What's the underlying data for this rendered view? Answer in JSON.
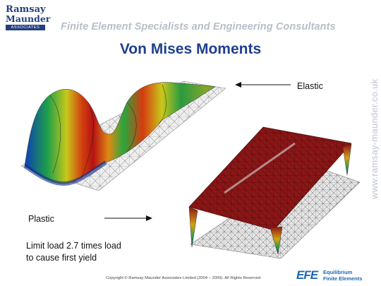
{
  "logo": {
    "line1": "Ramsay",
    "line2": "Maunder",
    "line3": "ASSOCIATES"
  },
  "tagline": "Finite Element Specialists and Engineering Consultants",
  "title": "Von Mises Moments",
  "labels": {
    "elastic": "Elastic",
    "plastic": "Plastic"
  },
  "note": {
    "line1": "Limit load 2.7 times load",
    "line2": "to cause first yield"
  },
  "side_url": "www.ramsay-maunder.co.uk",
  "footer": {
    "copyright": "Copyright © Ramsay Maunder Associates Limited (2004 – 2009).  All Rights Reserved"
  },
  "efe": {
    "mark": "EFE",
    "line1": "Equilibrium",
    "line2": "Finite Elements"
  },
  "colors": {
    "brand_blue": "#243f7d",
    "title_blue": "#1f3f8f",
    "efe_blue": "#1f66b3",
    "plastic_red": "#8a1616"
  }
}
